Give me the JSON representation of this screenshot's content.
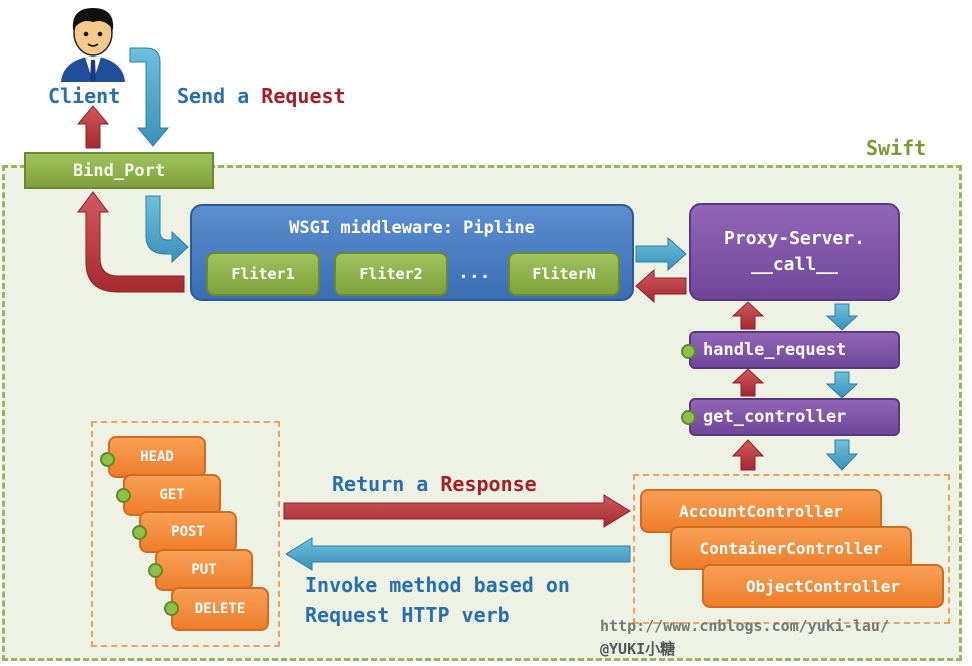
{
  "client": {
    "label": "Client"
  },
  "send": {
    "text": "Send a",
    "emph": "Request"
  },
  "swift": {
    "label": "Swift"
  },
  "bind_port": {
    "label": "Bind_Port"
  },
  "wsgi": {
    "title": "WSGI middleware: Pipline",
    "filters": [
      "Fliter1",
      "Fliter2",
      "FliterN"
    ],
    "ellipsis": "..."
  },
  "proxy": {
    "line1": "Proxy-Server.",
    "line2": "__call__"
  },
  "handle_request": {
    "label": "handle_request"
  },
  "get_controller": {
    "label": "get_controller"
  },
  "http_methods": [
    "HEAD",
    "GET",
    "POST",
    "PUT",
    "DELETE"
  ],
  "controllers": [
    "AccountController",
    "ContainerController",
    "ObjectController"
  ],
  "response": {
    "text": "Return a",
    "emph": "Response"
  },
  "invoke": {
    "line1": "Invoke method based on",
    "line2": "Request HTTP verb"
  },
  "credit": {
    "url": "http://www.cnblogs.com/yuki-lau/",
    "author": "@YUKI小糖"
  },
  "colors": {
    "blue_arrow": "#4aa3c8",
    "red_arrow": "#b7373c",
    "green": "#8db350",
    "purple": "#7a4fa3",
    "orange": "#f28c3b",
    "wsgi_blue": "#4a7fc4"
  }
}
